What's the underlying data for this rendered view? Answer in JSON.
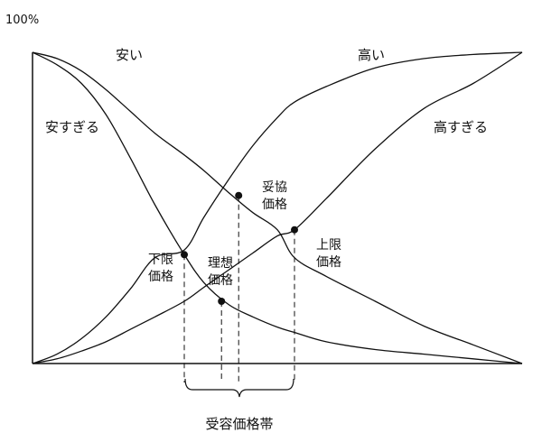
{
  "chart_data": {
    "type": "line",
    "title": "",
    "xlabel": "",
    "ylabel": "",
    "y_top_label": "100%",
    "xlim": [
      0,
      100
    ],
    "ylim": [
      0,
      100
    ],
    "series": [
      {
        "name": "安すぎる",
        "x": [
          0,
          5,
          10,
          15,
          20,
          25,
          31,
          35,
          40,
          45,
          50,
          53.5,
          60,
          70,
          80,
          90,
          100
        ],
        "y": [
          100,
          96,
          90,
          80,
          66,
          51,
          35,
          26,
          19,
          15,
          11.7,
          10,
          7,
          4.5,
          3,
          1.5,
          0
        ]
      },
      {
        "name": "安い",
        "x": [
          0,
          5,
          10,
          15,
          20,
          25,
          31,
          35,
          40,
          45,
          50,
          53.5,
          60,
          70,
          80,
          90,
          100
        ],
        "y": [
          100,
          98,
          94,
          88,
          81,
          74,
          67,
          62,
          55,
          48.5,
          43,
          34,
          28,
          20,
          12,
          6,
          0
        ]
      },
      {
        "name": "高い",
        "x": [
          0,
          5,
          10,
          15,
          20,
          25,
          31,
          35,
          40,
          45,
          50,
          53.5,
          60,
          70,
          80,
          90,
          100
        ],
        "y": [
          0,
          3,
          8,
          15,
          24,
          34,
          36.5,
          47,
          59,
          70,
          79,
          84,
          89,
          95,
          98,
          99.3,
          100
        ]
      },
      {
        "name": "高すぎる",
        "x": [
          0,
          5,
          10,
          15,
          20,
          25,
          31,
          35,
          40,
          45,
          50,
          53.5,
          60,
          70,
          80,
          90,
          100
        ],
        "y": [
          0,
          1.5,
          4,
          7,
          11,
          15,
          20,
          24.5,
          30,
          35.5,
          41,
          43,
          53,
          69,
          82,
          90,
          100
        ]
      }
    ],
    "points": [
      {
        "label": "下限\n価格",
        "x": 31,
        "y": 35
      },
      {
        "label": "理想\n価格",
        "x": 38.6,
        "y": 20
      },
      {
        "label": "妥協\n価格",
        "x": 42.1,
        "y": 54
      },
      {
        "label": "上限\n価格",
        "x": 53.5,
        "y": 43
      }
    ],
    "range_label": "受容価格帯"
  }
}
